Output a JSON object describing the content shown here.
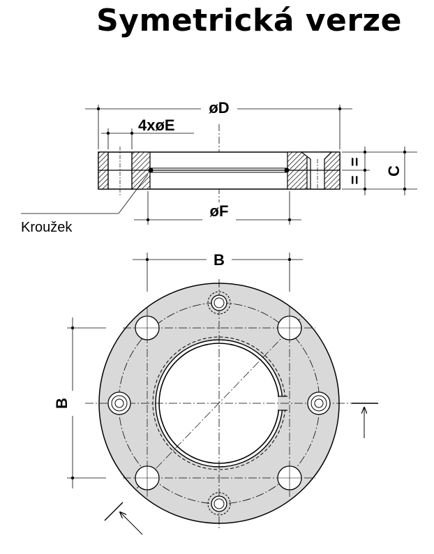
{
  "title": "Symetrická verze",
  "section": {
    "dim_D": "øD",
    "dim_E": "4xøE",
    "dim_F": "øF",
    "dim_C": "C",
    "equal_mark": "=",
    "ring_label": "Kroužek"
  },
  "plan": {
    "dim_B_horizontal": "B",
    "dim_B_vertical": "B"
  },
  "colors": {
    "flange_fill": "#d9d9d9",
    "hatch_fill": "#bdbdbd",
    "line": "#000000"
  }
}
